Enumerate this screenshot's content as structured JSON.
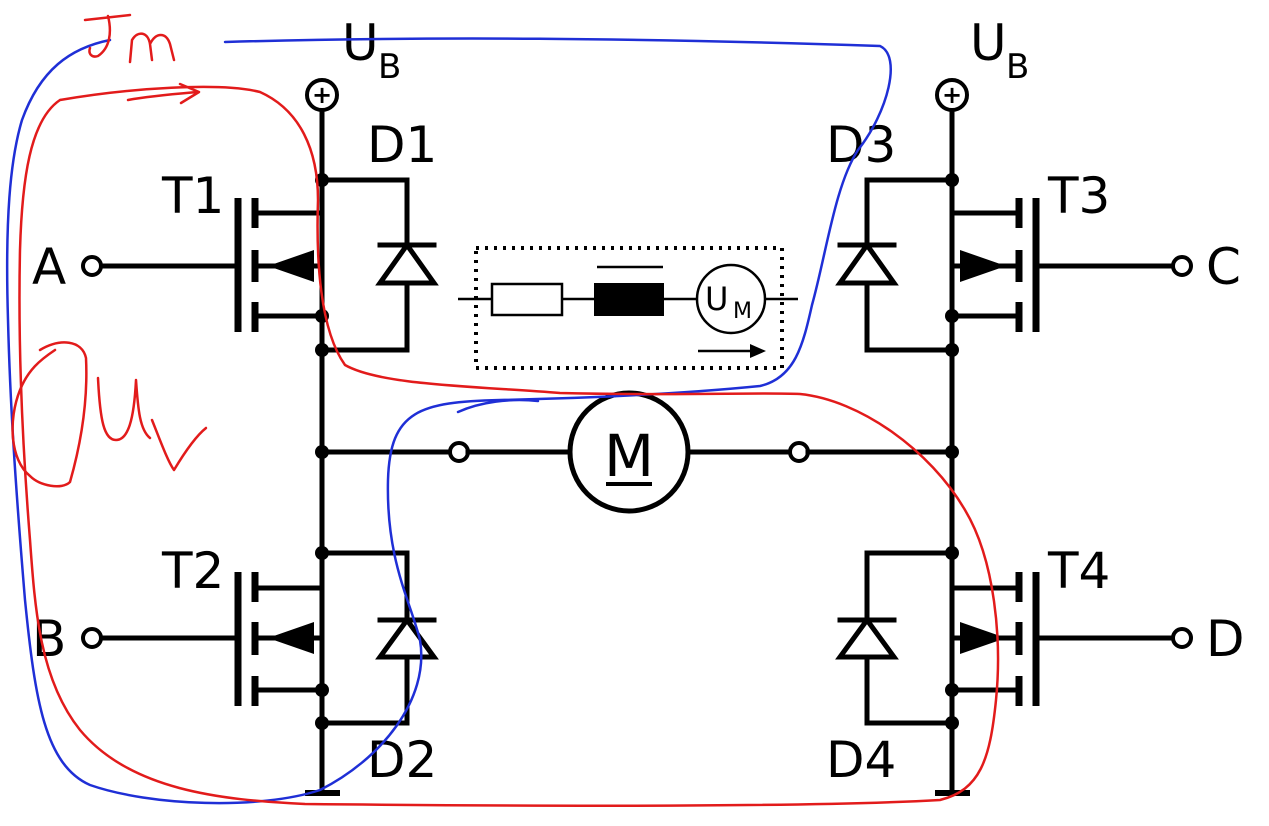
{
  "supply": {
    "label": "U",
    "subscript": "B",
    "symbol": "+"
  },
  "transistors": {
    "t1": "T1",
    "t2": "T2",
    "t3": "T3",
    "t4": "T4"
  },
  "diodes": {
    "d1": "D1",
    "d2": "D2",
    "d3": "D3",
    "d4": "D4"
  },
  "inputs": {
    "a": "A",
    "b": "B",
    "c": "C",
    "d": "D"
  },
  "motor": {
    "label": "M"
  },
  "equivalent": {
    "source_label": "U",
    "source_subscript": "M"
  },
  "annotations": {
    "im_text": "Im",
    "uv_text": "Uv",
    "blue_color": "#1f2fd6",
    "red_color": "#e21b1b"
  }
}
